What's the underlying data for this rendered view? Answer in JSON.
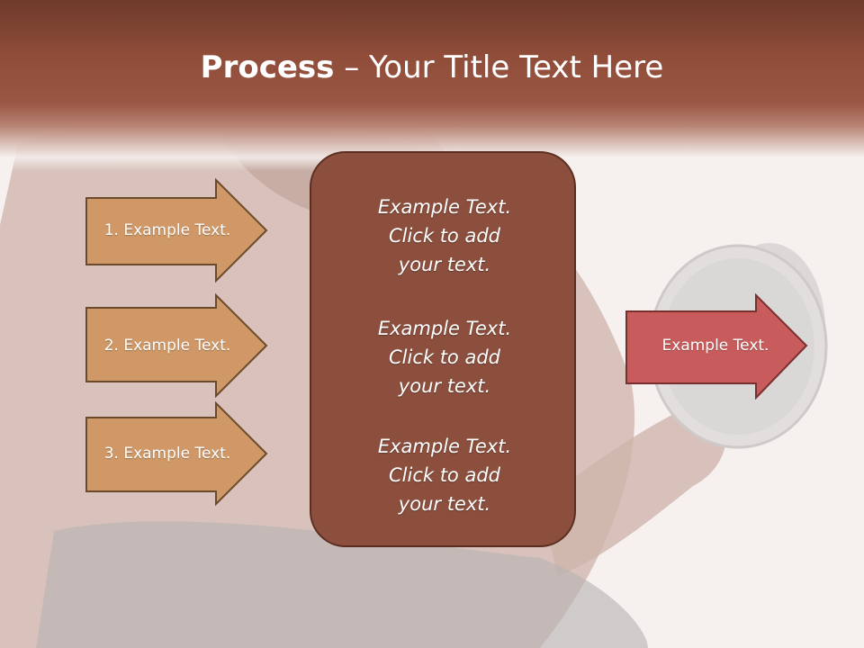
{
  "slide": {
    "title_bold": "Process",
    "title_sep": " – ",
    "title_rest": "Your Title Text Here"
  },
  "left_arrows": [
    {
      "label": "1. Example Text."
    },
    {
      "label": "2. Example Text."
    },
    {
      "label": "3. Example Text."
    }
  ],
  "center_box": {
    "blocks": [
      {
        "line1": "Example Text.",
        "line2": "Click  to add",
        "line3": "your text."
      },
      {
        "line1": "Example Text.",
        "line2": "Click  to add",
        "line3": "your text."
      },
      {
        "line1": "Example Text.",
        "line2": "Click  to add",
        "line3": "your text."
      }
    ]
  },
  "right_arrow": {
    "label": "Example Text."
  },
  "colors": {
    "title_band": "#8e4c39",
    "left_arrow_fill": "#cf9866",
    "left_arrow_border": "#6b4a2a",
    "center_box_fill": "#8c4f3d",
    "right_arrow_fill": "#c85c5c",
    "right_arrow_border": "#7a2f2f"
  }
}
